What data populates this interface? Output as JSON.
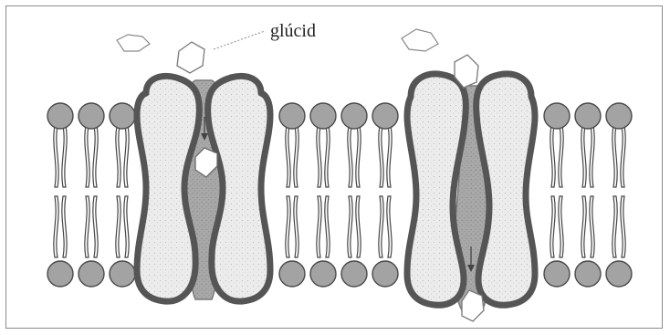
{
  "diagram": {
    "label_glucid": "glúcid",
    "colors": {
      "lipid_head": "#a3a3a3",
      "lipid_head_stroke": "#4a4a4a",
      "protein_outline": "#555555",
      "protein_fill": "#e6e6e6",
      "channel_fill": "#9c9c9c",
      "molecule_stroke": "#7a7a7a",
      "frame": "#8a8a8a",
      "text": "#222222"
    },
    "icons": {
      "lipid": "phospholipid-icon",
      "molecule": "hexagon-glucid-molecule-icon",
      "arrow": "arrow-down-icon"
    },
    "transporter_states": [
      "open-to-outside",
      "open-to-inside"
    ]
  }
}
